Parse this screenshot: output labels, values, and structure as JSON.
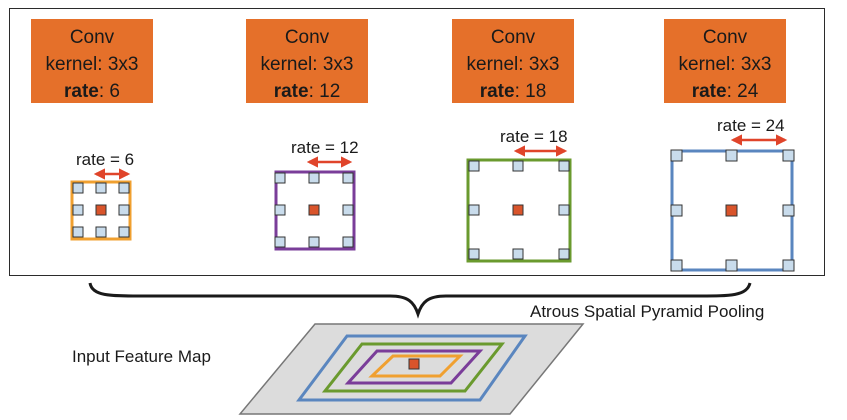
{
  "conv_boxes": [
    {
      "title": "Conv",
      "kernel": "kernel: 3x3",
      "rate_key": "rate",
      "rate_val": ": 6"
    },
    {
      "title": "Conv",
      "kernel": "kernel: 3x3",
      "rate_key": "rate",
      "rate_val": ": 12"
    },
    {
      "title": "Conv",
      "kernel": "kernel: 3x3",
      "rate_key": "rate",
      "rate_val": ": 18"
    },
    {
      "title": "Conv",
      "kernel": "kernel: 3x3",
      "rate_key": "rate",
      "rate_val": ": 24"
    }
  ],
  "rate_labels": [
    "rate = 6",
    "rate = 12",
    "rate = 18",
    "rate = 24"
  ],
  "aspp_label": "Atrous Spatial Pyramid Pooling",
  "input_label": "Input Feature Map",
  "colors": {
    "conv_fill": "#e5702a",
    "rate6": "#f0a030",
    "rate12": "#7a3d99",
    "rate18": "#6a9a2e",
    "rate24": "#5a86bf",
    "center": "#d9542b",
    "sample": "#c9dcec",
    "arrow": "#e0442a",
    "feature_map": "#d9d9d9"
  }
}
